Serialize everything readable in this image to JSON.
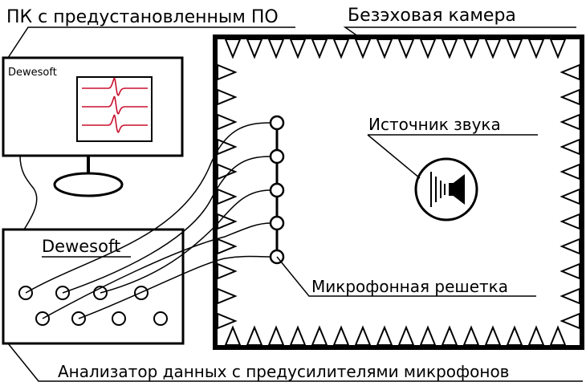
{
  "labels": {
    "pc": "ПК с предустановленным ПО",
    "chamber": "Безэховая камера",
    "source": "Источник звука",
    "array": "Микрофонная решетка",
    "analyzer": "Анализатор данных с предусилителями микрофонов",
    "analyzer_brand": "Dewesoft",
    "monitor_app": "Dewesoft"
  },
  "colors": {
    "line": "#000000",
    "signal": "#c8102e",
    "background": "#ffffff"
  },
  "icons": {
    "source": "speaker-icon",
    "wedges": "acoustic-wedge-icon"
  }
}
